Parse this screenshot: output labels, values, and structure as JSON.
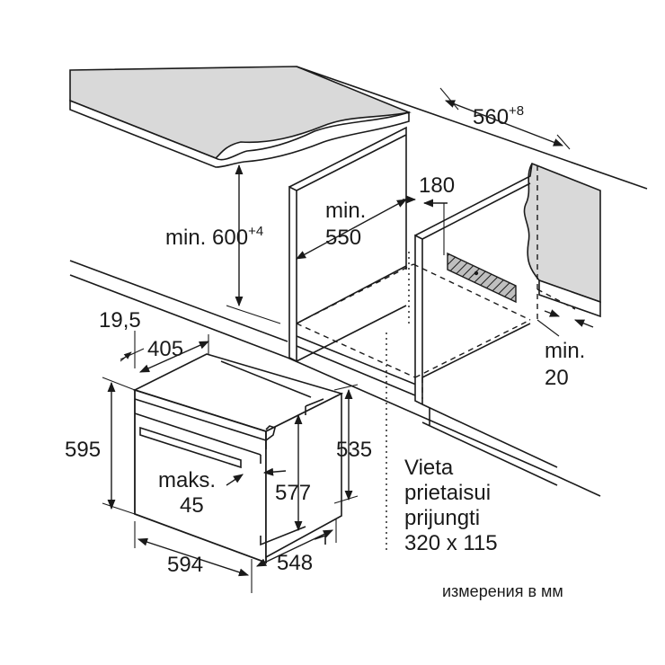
{
  "labels": {
    "min600_main": "min. 600",
    "min600_sup": "+4",
    "min550_line1": "min.",
    "min550_line2": "550",
    "d560_main": "560",
    "d560_sup": "+8",
    "d180": "180",
    "min20_line1": "min.",
    "min20_line2": "20",
    "d19_5": "19,5",
    "d405": "405",
    "d595": "595",
    "d535": "535",
    "d577": "577",
    "maks_line1": "maks.",
    "maks_line2": "45",
    "d594": "594",
    "d548": "548",
    "vieta_line1": "Vieta",
    "vieta_line2": "prietaisui",
    "vieta_line3": "prijungti",
    "vieta_line4": "320 x 115"
  },
  "units_note": "измерения в мм",
  "colors": {
    "countertop": "#d9d9d9",
    "hatch_bg": "#bfbfbf",
    "line": "#1a1a1a"
  }
}
